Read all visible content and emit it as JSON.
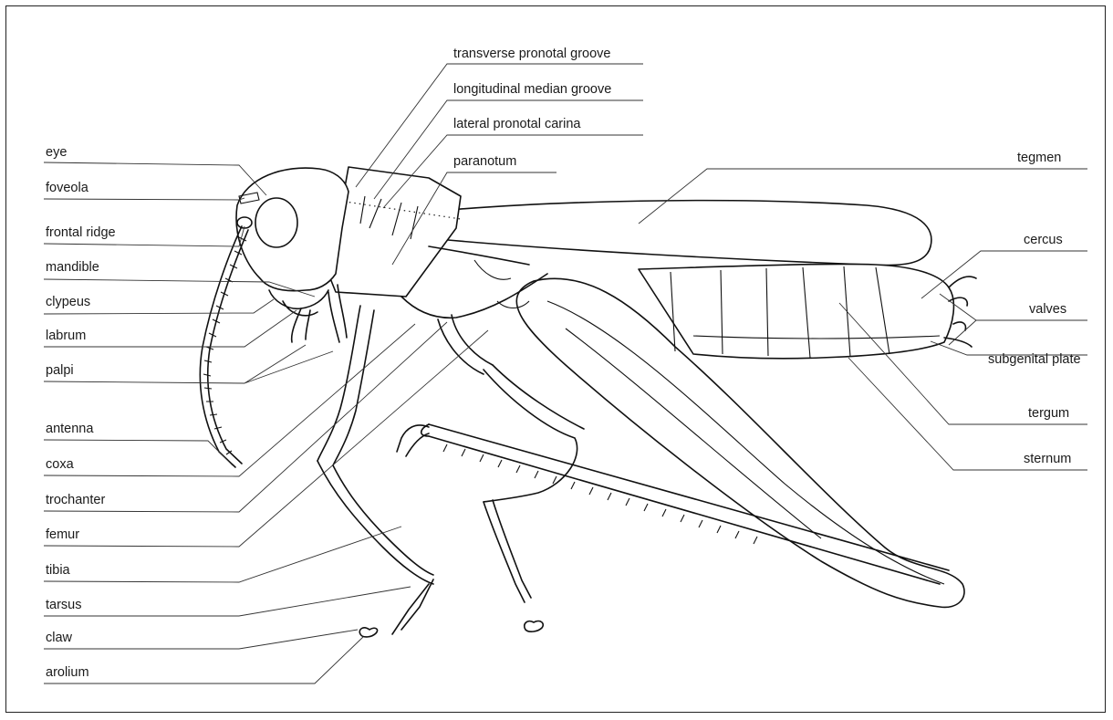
{
  "labels": {
    "eye": "eye",
    "foveola": "foveola",
    "frontal_ridge": "frontal ridge",
    "mandible": "mandible",
    "clypeus": "clypeus",
    "labrum": "labrum",
    "palpi": "palpi",
    "antenna": "antenna",
    "coxa": "coxa",
    "trochanter": "trochanter",
    "femur": "femur",
    "tibia": "tibia",
    "tarsus": "tarsus",
    "claw": "claw",
    "arolium": "arolium",
    "transverse_pronotal_groove": "transverse pronotal groove",
    "longitudinal_median_groove": "longitudinal median groove",
    "lateral_pronotal_carina": "lateral pronotal carina",
    "paranotum": "paranotum",
    "tegmen": "tegmen",
    "cercus": "cercus",
    "valves": "valves",
    "subgenital_plate": "subgenital plate",
    "tergum": "tergum",
    "sternum": "sternum"
  }
}
